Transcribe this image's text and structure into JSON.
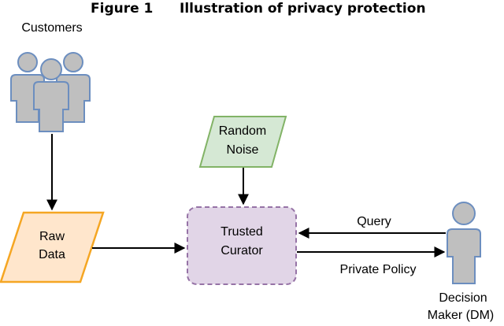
{
  "figure": {
    "number": "Figure 1",
    "title": "Illustration of privacy protection"
  },
  "nodes": {
    "customers": {
      "label": "Customers"
    },
    "raw_data": {
      "line1": "Raw",
      "line2": "Data"
    },
    "random_noise": {
      "line1": "Random",
      "line2": "Noise"
    },
    "trusted_curator": {
      "line1": "Trusted",
      "line2": "Curator"
    },
    "decision_maker": {
      "line1": "Decision",
      "line2": "Maker (DM)"
    }
  },
  "edges": {
    "query": "Query",
    "private_policy": "Private Policy"
  },
  "colors": {
    "person_fill": "#bfbfbf",
    "person_stroke": "#6c8ebf",
    "raw_data_fill": "#ffe6cc",
    "raw_data_stroke": "#f5a623",
    "noise_fill": "#d5e8d4",
    "noise_stroke": "#82b366",
    "curator_fill": "#e1d5e7",
    "curator_stroke": "#9673a6"
  }
}
